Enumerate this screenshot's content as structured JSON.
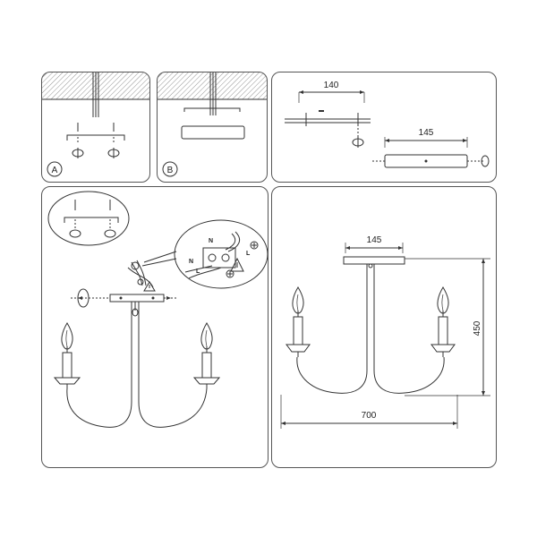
{
  "panels": {
    "a": {
      "label": "A"
    },
    "b": {
      "label": "B"
    },
    "c": {
      "dim_top": "140",
      "dim_bottom": "145"
    },
    "d": {
      "wire_n_top": "N",
      "wire_l_top": "L",
      "wire_n_bottom": "N",
      "wire_l_bottom": "L"
    },
    "e": {
      "dim_plate": "145",
      "dim_height": "450",
      "dim_width": "700"
    }
  },
  "colors": {
    "line": "#333333",
    "border": "#555555",
    "hatch": "#777777"
  }
}
